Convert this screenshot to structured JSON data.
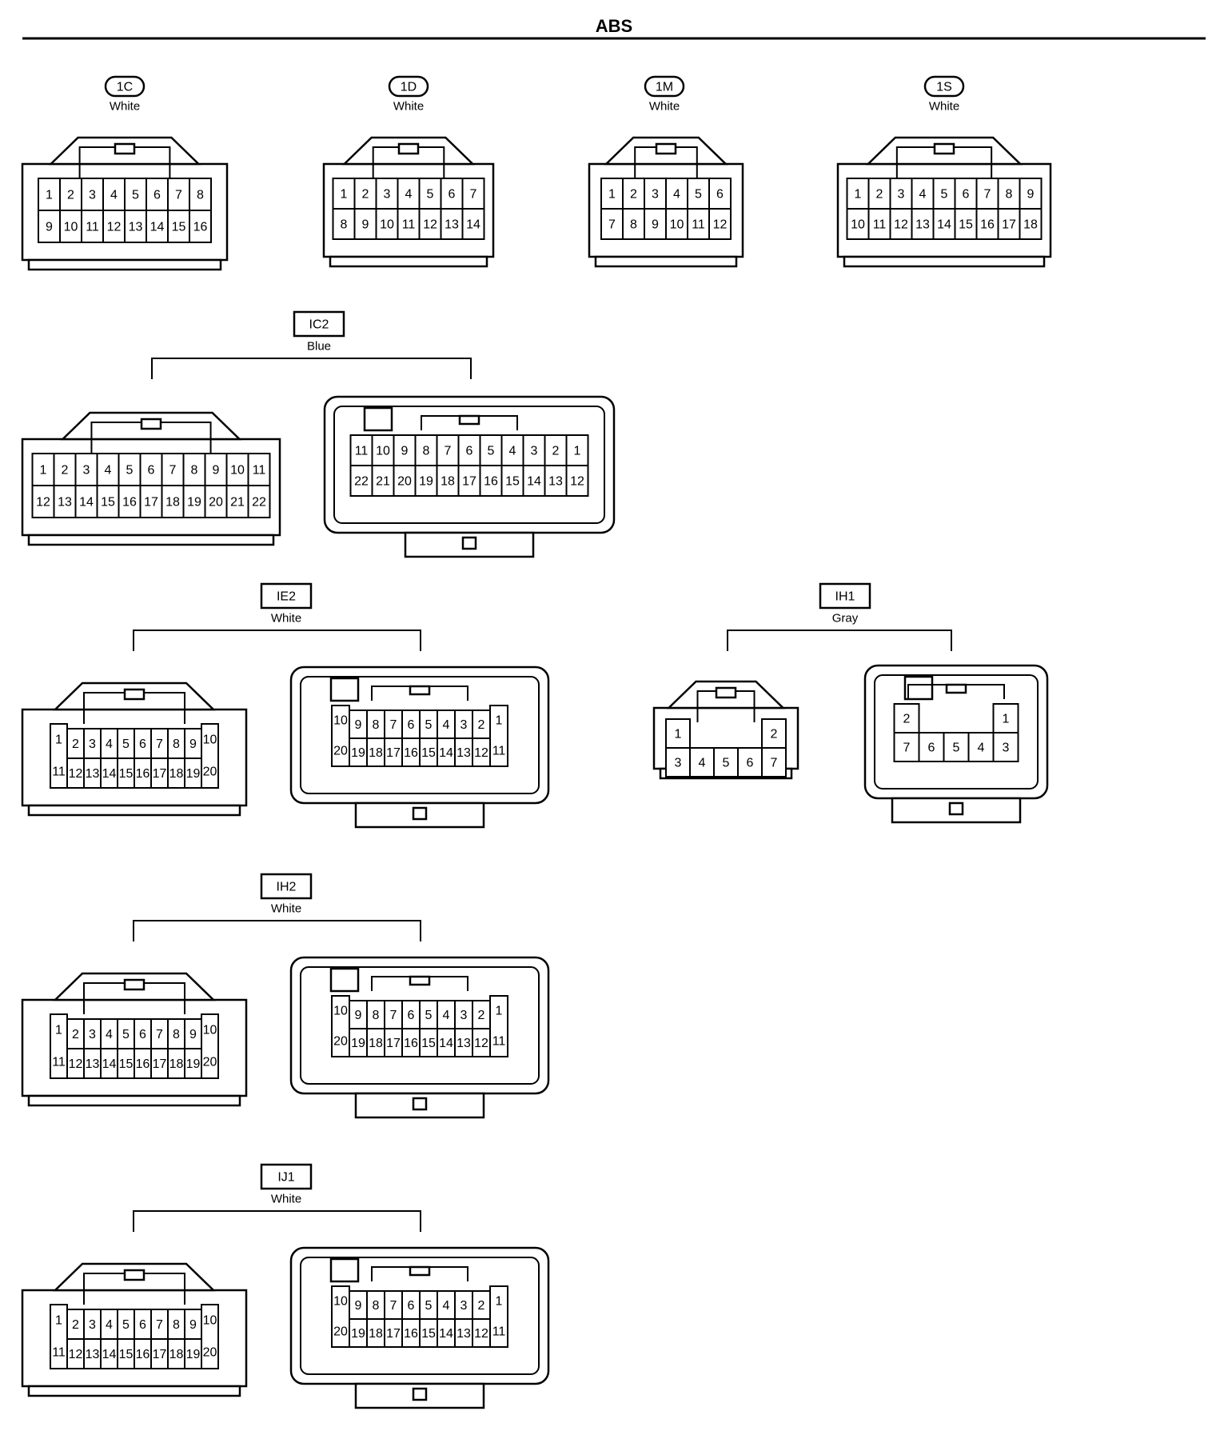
{
  "page": {
    "title": "ABS"
  },
  "connectors": [
    {
      "id": "1C",
      "color": "White",
      "label_style": "pill",
      "views": [
        {
          "style": "latch",
          "rows": [
            [
              "1",
              "2",
              "3",
              "4",
              "5",
              "6",
              "7",
              "8"
            ],
            [
              "9",
              "10",
              "11",
              "12",
              "13",
              "14",
              "15",
              "16"
            ]
          ]
        }
      ]
    },
    {
      "id": "1D",
      "color": "White",
      "label_style": "pill",
      "views": [
        {
          "style": "latch",
          "rows": [
            [
              "1",
              "2",
              "3",
              "4",
              "5",
              "6",
              "7"
            ],
            [
              "8",
              "9",
              "10",
              "11",
              "12",
              "13",
              "14"
            ]
          ]
        }
      ]
    },
    {
      "id": "1M",
      "color": "White",
      "label_style": "pill",
      "views": [
        {
          "style": "latch",
          "rows": [
            [
              "1",
              "2",
              "3",
              "4",
              "5",
              "6"
            ],
            [
              "7",
              "8",
              "9",
              "10",
              "11",
              "12"
            ]
          ]
        }
      ]
    },
    {
      "id": "1S",
      "color": "White",
      "label_style": "pill",
      "views": [
        {
          "style": "latch",
          "rows": [
            [
              "1",
              "2",
              "3",
              "4",
              "5",
              "6",
              "7",
              "8",
              "9"
            ],
            [
              "10",
              "11",
              "12",
              "13",
              "14",
              "15",
              "16",
              "17",
              "18"
            ]
          ]
        }
      ]
    },
    {
      "id": "IC2",
      "color": "Blue",
      "label_style": "box",
      "views": [
        {
          "style": "latch",
          "rows": [
            [
              "1",
              "2",
              "3",
              "4",
              "5",
              "6",
              "7",
              "8",
              "9",
              "10",
              "11"
            ],
            [
              "12",
              "13",
              "14",
              "15",
              "16",
              "17",
              "18",
              "19",
              "20",
              "21",
              "22"
            ]
          ]
        },
        {
          "style": "housing",
          "rows": [
            [
              "11",
              "10",
              "9",
              "8",
              "7",
              "6",
              "5",
              "4",
              "3",
              "2",
              "1"
            ],
            [
              "22",
              "21",
              "20",
              "19",
              "18",
              "17",
              "16",
              "15",
              "14",
              "13",
              "12"
            ]
          ]
        }
      ]
    },
    {
      "id": "IE2",
      "color": "White",
      "label_style": "box",
      "views": [
        {
          "style": "latch",
          "left": [
            "1",
            "11"
          ],
          "right": [
            "10",
            "20"
          ],
          "rows": [
            [
              "2",
              "3",
              "4",
              "5",
              "6",
              "7",
              "8",
              "9"
            ],
            [
              "12",
              "13",
              "14",
              "15",
              "16",
              "17",
              "18",
              "19"
            ]
          ]
        },
        {
          "style": "housing",
          "left": [
            "10",
            "20"
          ],
          "right": [
            "1",
            "11"
          ],
          "rows": [
            [
              "9",
              "8",
              "7",
              "6",
              "5",
              "4",
              "3",
              "2"
            ],
            [
              "19",
              "18",
              "17",
              "16",
              "15",
              "14",
              "13",
              "12"
            ]
          ]
        }
      ]
    },
    {
      "id": "IH1",
      "color": "Gray",
      "label_style": "box",
      "views": [
        {
          "style": "latch",
          "top": [
            "1",
            "2"
          ],
          "rows": [
            [
              "3",
              "4",
              "5",
              "6",
              "7"
            ]
          ]
        },
        {
          "style": "housing",
          "top": [
            "2",
            "1"
          ],
          "rows": [
            [
              "7",
              "6",
              "5",
              "4",
              "3"
            ]
          ]
        }
      ]
    },
    {
      "id": "IH2",
      "color": "White",
      "label_style": "box",
      "views": [
        {
          "style": "latch",
          "left": [
            "1",
            "11"
          ],
          "right": [
            "10",
            "20"
          ],
          "rows": [
            [
              "2",
              "3",
              "4",
              "5",
              "6",
              "7",
              "8",
              "9"
            ],
            [
              "12",
              "13",
              "14",
              "15",
              "16",
              "17",
              "18",
              "19"
            ]
          ]
        },
        {
          "style": "housing",
          "left": [
            "10",
            "20"
          ],
          "right": [
            "1",
            "11"
          ],
          "rows": [
            [
              "9",
              "8",
              "7",
              "6",
              "5",
              "4",
              "3",
              "2"
            ],
            [
              "19",
              "18",
              "17",
              "16",
              "15",
              "14",
              "13",
              "12"
            ]
          ]
        }
      ]
    },
    {
      "id": "IJ1",
      "color": "White",
      "label_style": "box",
      "views": [
        {
          "style": "latch",
          "left": [
            "1",
            "11"
          ],
          "right": [
            "10",
            "20"
          ],
          "rows": [
            [
              "2",
              "3",
              "4",
              "5",
              "6",
              "7",
              "8",
              "9"
            ],
            [
              "12",
              "13",
              "14",
              "15",
              "16",
              "17",
              "18",
              "19"
            ]
          ]
        },
        {
          "style": "housing",
          "left": [
            "10",
            "20"
          ],
          "right": [
            "1",
            "11"
          ],
          "rows": [
            [
              "9",
              "8",
              "7",
              "6",
              "5",
              "4",
              "3",
              "2"
            ],
            [
              "19",
              "18",
              "17",
              "16",
              "15",
              "14",
              "13",
              "12"
            ]
          ]
        }
      ]
    }
  ]
}
